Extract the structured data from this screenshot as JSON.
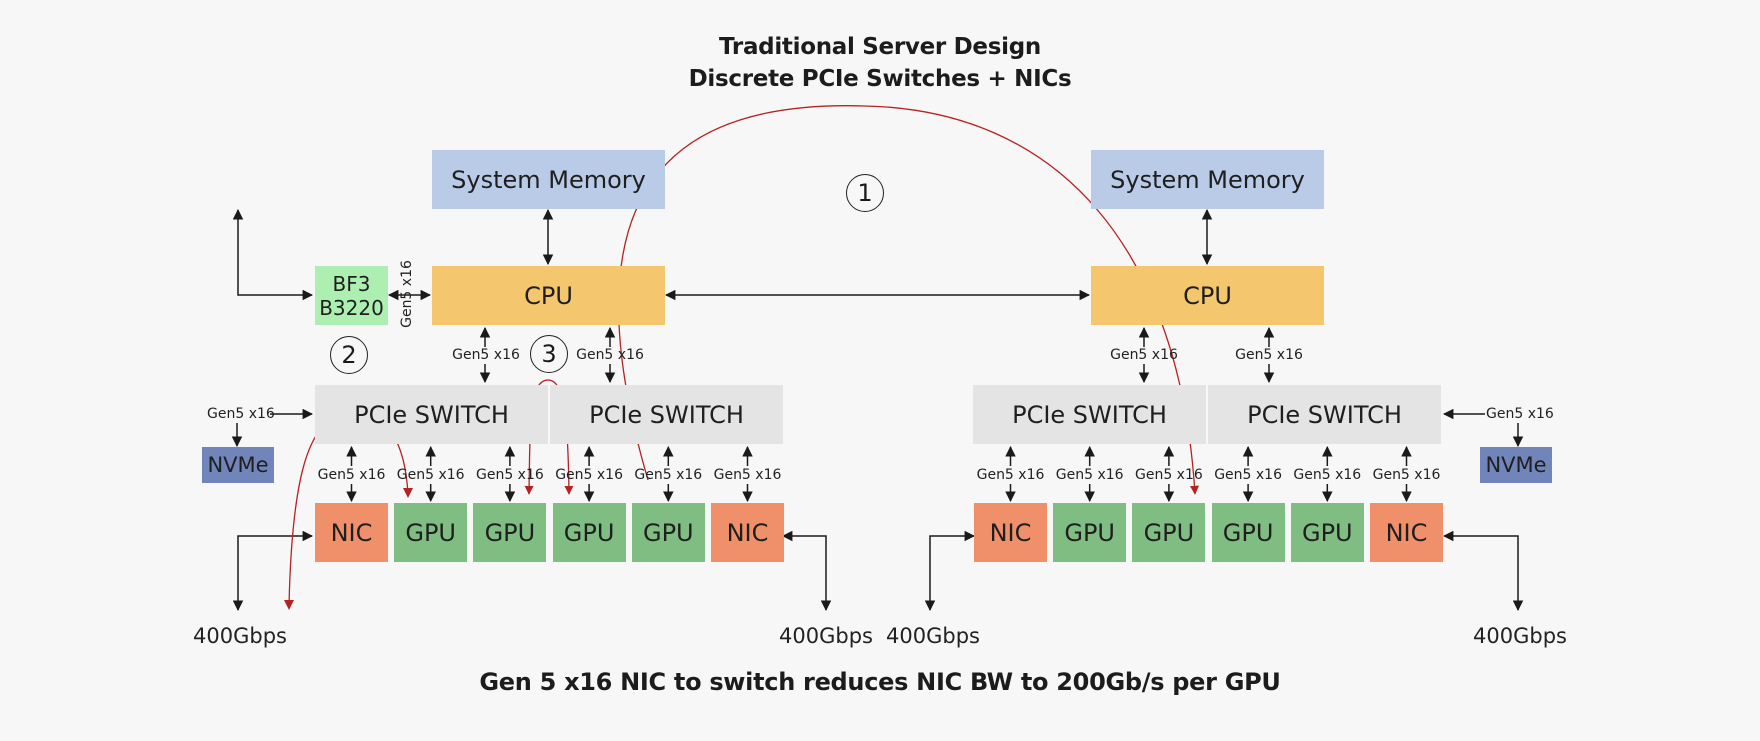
{
  "header": {
    "title_line1": "Traditional Server Design",
    "title_line2": "Discrete PCIe Switches + NICs"
  },
  "footer": {
    "caption": "Gen 5 x16 NIC to switch reduces NIC BW to 200Gb/s per GPU"
  },
  "link_label": "Gen5 x16",
  "callouts": [
    "1",
    "2",
    "3"
  ],
  "flow_arrow_color": "#b52222",
  "colors": {
    "memory": "#b9cbe6",
    "cpu": "#f4c66d",
    "switch": "#e4e4e4",
    "nic": "#f0906a",
    "gpu": "#80bd82",
    "nvme": "#7185bb",
    "dpu": "#adefb0"
  },
  "left_node": {
    "memory": "System Memory",
    "cpu": "CPU",
    "dpu": {
      "line1": "BF3",
      "line2": "B3220",
      "link": "Gen5 x16"
    },
    "nvme": "NVMe",
    "nvme_link": "Gen5 x16",
    "switches": [
      "PCIe SWITCH",
      "PCIe SWITCH"
    ],
    "cpu_switch_links": [
      "Gen5 x16",
      "Gen5 x16"
    ],
    "devices": [
      {
        "type": "NIC",
        "link": "Gen5 x16"
      },
      {
        "type": "GPU",
        "link": "Gen5 x16"
      },
      {
        "type": "GPU",
        "link": "Gen5 x16"
      },
      {
        "type": "GPU",
        "link": "Gen5 x16"
      },
      {
        "type": "GPU",
        "link": "Gen5 x16"
      },
      {
        "type": "NIC",
        "link": "Gen5 x16"
      }
    ],
    "network": [
      "400Gbps",
      "400Gbps"
    ]
  },
  "right_node": {
    "memory": "System Memory",
    "cpu": "CPU",
    "nvme": "NVMe",
    "nvme_link": "Gen5 x16",
    "switches": [
      "PCIe SWITCH",
      "PCIe SWITCH"
    ],
    "cpu_switch_links": [
      "Gen5 x16",
      "Gen5 x16"
    ],
    "devices": [
      {
        "type": "NIC",
        "link": "Gen5 x16"
      },
      {
        "type": "GPU",
        "link": "Gen5 x16"
      },
      {
        "type": "GPU",
        "link": "Gen5 x16"
      },
      {
        "type": "GPU",
        "link": "Gen5 x16"
      },
      {
        "type": "GPU",
        "link": "Gen5 x16"
      },
      {
        "type": "NIC",
        "link": "Gen5 x16"
      }
    ],
    "network": [
      "400Gbps",
      "400Gbps"
    ]
  }
}
